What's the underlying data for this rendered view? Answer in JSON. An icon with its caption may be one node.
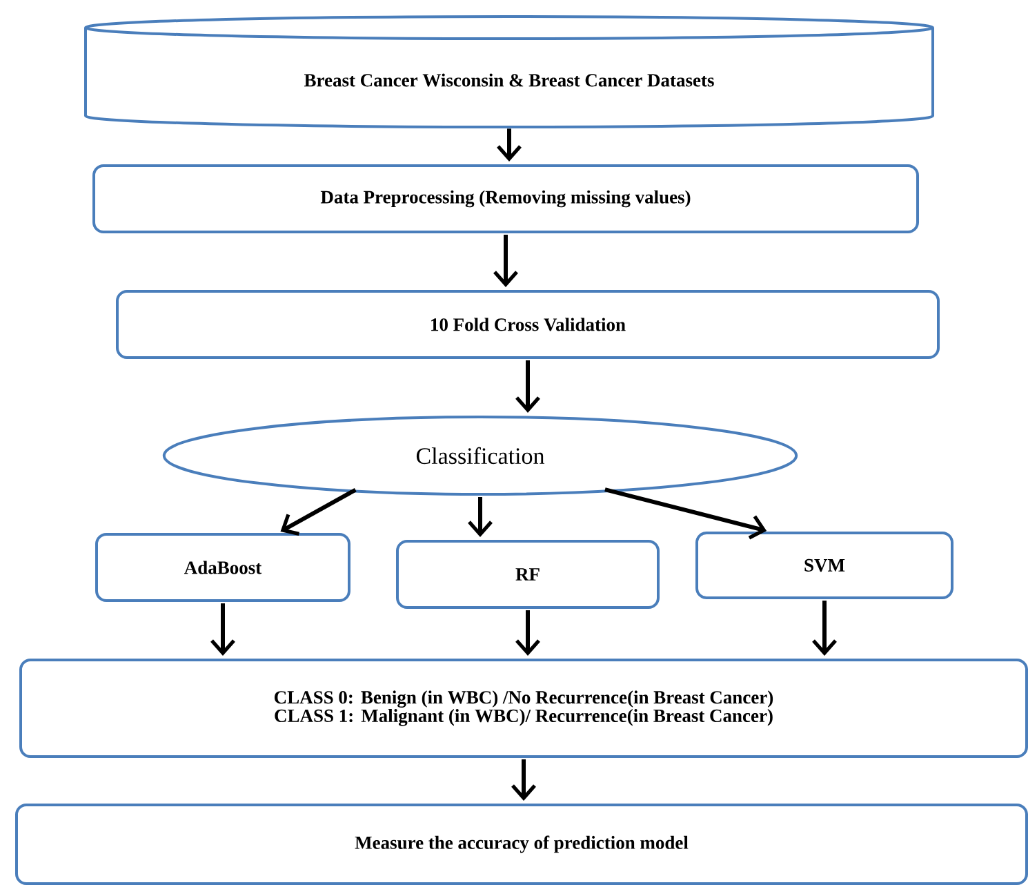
{
  "diagram": {
    "nodes": [
      {
        "text": [
          "Breast Cancer Wisconsin & Breast Cancer Datasets"
        ]
      },
      {
        "text": [
          "Data Preprocessing (Removing missing values)"
        ]
      },
      {
        "text": [
          "10 Fold Cross Validation"
        ]
      },
      {
        "text": [
          "Classification"
        ]
      },
      {
        "text": [
          "AdaBoost"
        ]
      },
      {
        "text": [
          "RF"
        ]
      },
      {
        "text": [
          "SVM"
        ]
      },
      {
        "text": [
          "CLASS 0: Benign (in WBC) /No Recurrence(in Breast Cancer)",
          "CLASS 1: Malignant (in WBC)/ Recurrence(in Breast Cancer)"
        ]
      },
      {
        "text": [
          "Measure the accuracy of prediction model"
        ]
      }
    ],
    "edges": [
      {
        "from": 0,
        "to": 1,
        "arrow": "to"
      },
      {
        "from": 1,
        "to": 2,
        "arrow": "to"
      },
      {
        "from": 2,
        "to": 3,
        "arrow": "to"
      },
      {
        "from": 3,
        "to": 4,
        "arrow": "to"
      },
      {
        "from": 3,
        "to": 5,
        "arrow": "to"
      },
      {
        "from": 3,
        "to": 6,
        "arrow": "to"
      },
      {
        "from": 4,
        "to": 7,
        "arrow": "to"
      },
      {
        "from": 5,
        "to": 7,
        "arrow": "to"
      },
      {
        "from": 6,
        "to": 7,
        "arrow": "to"
      },
      {
        "from": 7,
        "to": 8,
        "arrow": "to"
      }
    ]
  }
}
